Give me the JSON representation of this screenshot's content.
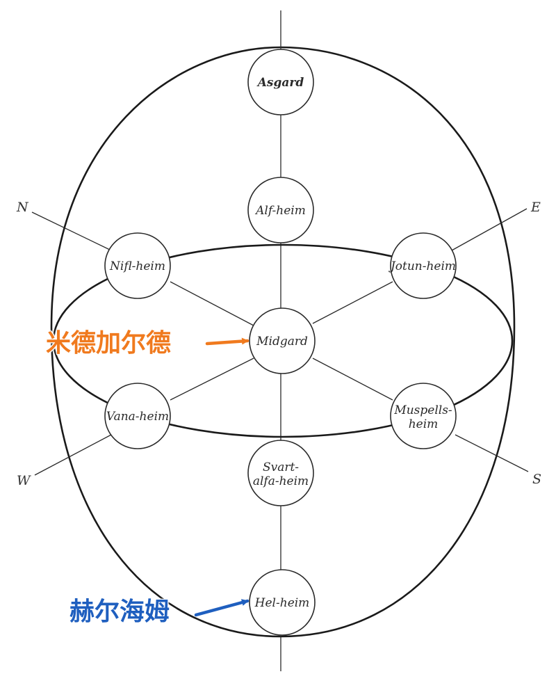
{
  "worlds": [
    {
      "id": "asgard",
      "label": "Asgard"
    },
    {
      "id": "alfheim",
      "label": "Alf-heim"
    },
    {
      "id": "niflheim",
      "label": "Nifl-heim"
    },
    {
      "id": "jotunheim",
      "label": "Jotun-heim"
    },
    {
      "id": "midgard",
      "label": "Midgard"
    },
    {
      "id": "vanaheim",
      "label": "Vana-heim"
    },
    {
      "id": "muspellsheim",
      "label": "Muspells- heim"
    },
    {
      "id": "svartalfaheim",
      "label": "Svart- alfa-heim"
    },
    {
      "id": "helheim",
      "label": "Hel-heim"
    }
  ],
  "directions": {
    "n": "N",
    "e": "E",
    "w": "W",
    "s": "S"
  },
  "callouts": {
    "midgard": {
      "text": "米德加尔德",
      "color": "#F07A1E"
    },
    "helheim": {
      "text": "赫尔海姆",
      "color": "#1F5FBF"
    }
  }
}
